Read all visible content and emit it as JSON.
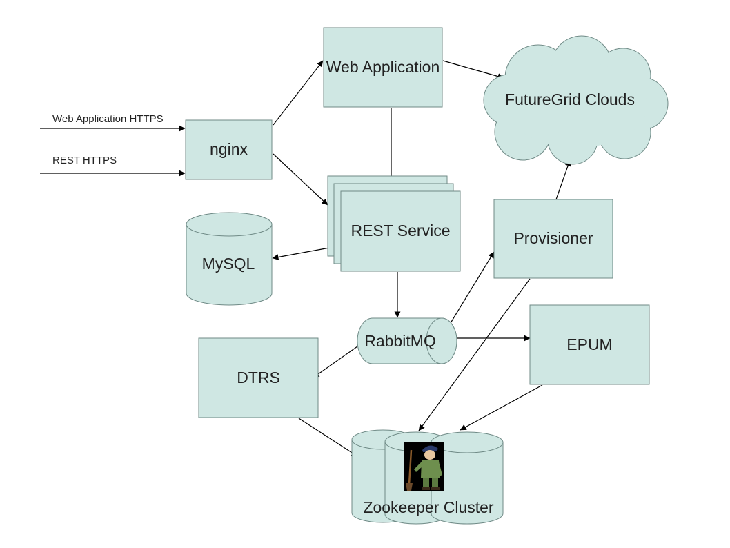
{
  "inputs": {
    "web_https": "Web Application HTTPS",
    "rest_https": "REST HTTPS"
  },
  "nodes": {
    "nginx": "nginx",
    "web_application": "Web Application",
    "futuregrid_clouds": "FutureGrid Clouds",
    "rest_service": "REST Service",
    "mysql": "MySQL",
    "provisioner": "Provisioner",
    "rabbitmq": "RabbitMQ",
    "epum": "EPUM",
    "dtrs": "DTRS",
    "zookeeper_cluster": "Zookeeper Cluster"
  },
  "colors": {
    "node_fill": "#cfe7e3",
    "node_stroke": "#6f8a86",
    "edge": "#000000"
  },
  "icons": {
    "zookeeper_mascot": "zookeeper-figure-icon"
  }
}
